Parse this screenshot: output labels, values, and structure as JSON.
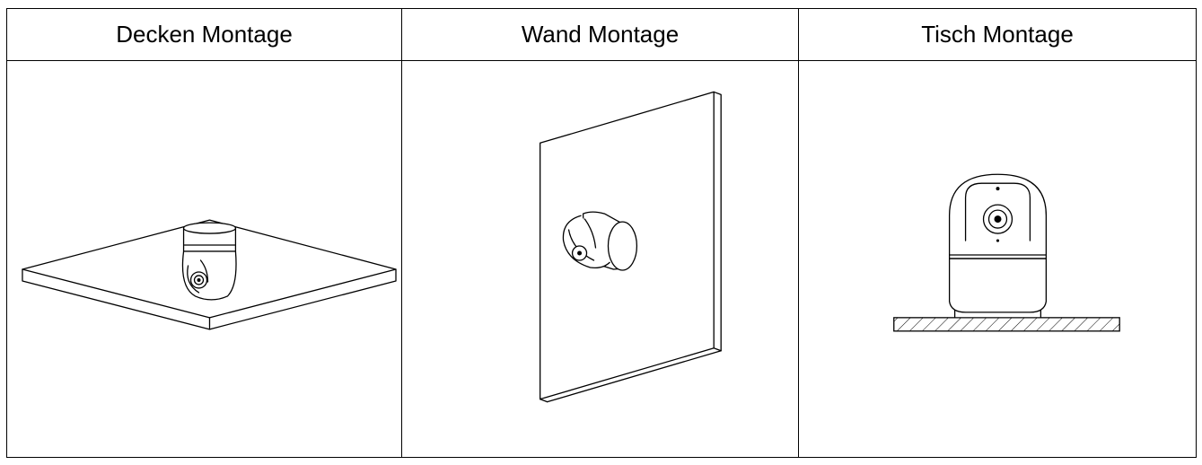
{
  "table": {
    "headers": [
      {
        "label": "Decken Montage"
      },
      {
        "label": "Wand Montage"
      },
      {
        "label": "Tisch Montage"
      }
    ]
  },
  "illustrations": [
    {
      "icon": "ceiling-mounted-camera-icon"
    },
    {
      "icon": "wall-mounted-camera-icon"
    },
    {
      "icon": "desk-mounted-camera-icon"
    }
  ],
  "colors": {
    "line": "#000000",
    "background": "#ffffff"
  }
}
